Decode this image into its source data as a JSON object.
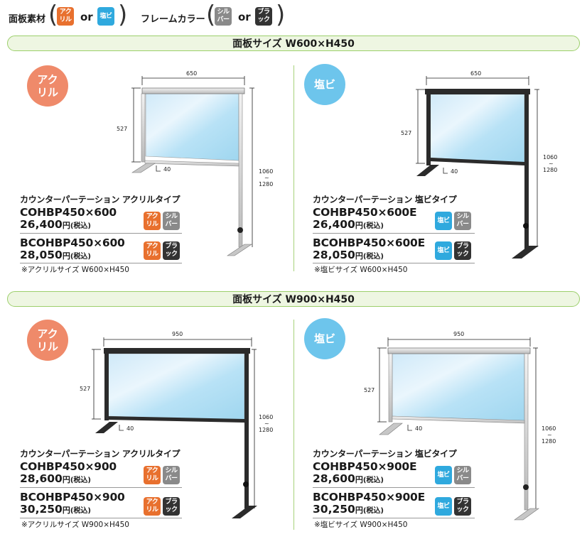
{
  "legend": {
    "panel_label": "面板素材",
    "frame_label": "フレームカラー",
    "or": "or",
    "acrylic_badge": [
      "アク",
      "リル"
    ],
    "pvc_badge": [
      "塩ビ"
    ],
    "silver_badge": [
      "シル",
      "バー"
    ],
    "black_badge": [
      "ブラ",
      "ック"
    ]
  },
  "bands": [
    {
      "label": "面板サイズ W600×H450"
    },
    {
      "label": "面板サイズ W900×H450"
    }
  ],
  "circles": {
    "acrylic": [
      "アク",
      "リル"
    ],
    "pvc": [
      "塩ビ"
    ]
  },
  "panels": [
    {
      "dims": {
        "width": "650",
        "height": "527",
        "foot": "40",
        "total_top": "1060",
        "tilde": "~",
        "total_bottom": "1280"
      },
      "title": "カウンターパーテーション アクリルタイプ",
      "items": [
        {
          "code": "COHBP450×600",
          "price": "26,400",
          "yen": "円",
          "tax": "(税込)"
        },
        {
          "code": "BCOHBP450×600",
          "price": "28,050",
          "yen": "円",
          "tax": "(税込)"
        }
      ],
      "note": "※アクリルサイズ W600×H450"
    },
    {
      "dims": {
        "width": "650",
        "height": "527",
        "foot": "40",
        "total_top": "1060",
        "tilde": "~",
        "total_bottom": "1280"
      },
      "title": "カウンターパーテーション 塩ビタイプ",
      "items": [
        {
          "code": "COHBP450×600E",
          "price": "26,400",
          "yen": "円",
          "tax": "(税込)"
        },
        {
          "code": "BCOHBP450×600E",
          "price": "28,050",
          "yen": "円",
          "tax": "(税込)"
        }
      ],
      "note": "※塩ビサイズ W600×H450"
    },
    {
      "dims": {
        "width": "950",
        "height": "527",
        "foot": "40",
        "total_top": "1060",
        "tilde": "~",
        "total_bottom": "1280"
      },
      "title": "カウンターパーテーション アクリルタイプ",
      "items": [
        {
          "code": "COHBP450×900",
          "price": "28,600",
          "yen": "円",
          "tax": "(税込)"
        },
        {
          "code": "BCOHBP450×900",
          "price": "30,250",
          "yen": "円",
          "tax": "(税込)"
        }
      ],
      "note": "※アクリルサイズ W900×H450"
    },
    {
      "dims": {
        "width": "950",
        "height": "527",
        "foot": "40",
        "total_top": "1060",
        "tilde": "~",
        "total_bottom": "1280"
      },
      "title": "カウンターパーテーション 塩ビタイプ",
      "items": [
        {
          "code": "COHBP450×900E",
          "price": "28,600",
          "yen": "円",
          "tax": "(税込)"
        },
        {
          "code": "BCOHBP450×900E",
          "price": "30,250",
          "yen": "円",
          "tax": "(税込)"
        }
      ],
      "note": "※塩ビサイズ W900×H450"
    }
  ],
  "colors": {
    "acrylic": "#e8702e",
    "pvc": "#2fa9de",
    "silver": "#8a8a8a",
    "black": "#333333",
    "band_border": "#9ccf6b",
    "band_fill": "#eef6e2"
  }
}
